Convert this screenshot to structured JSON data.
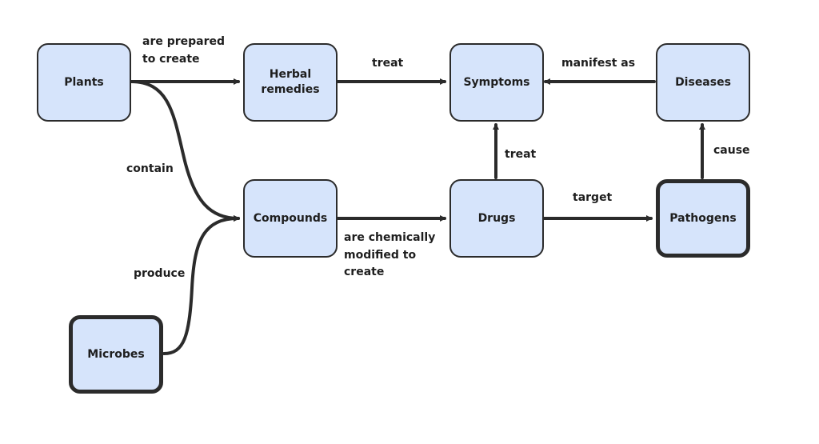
{
  "colors": {
    "node_fill": "#d6e4fb",
    "stroke": "#2b2b2b",
    "text": "#1e1e1e"
  },
  "nodes": {
    "plants": "Plants",
    "herbal_remedies": "Herbal\nremedies",
    "symptoms": "Symptoms",
    "diseases": "Diseases",
    "compounds": "Compounds",
    "drugs": "Drugs",
    "pathogens": "Pathogens",
    "microbes": "Microbes"
  },
  "edges": {
    "plants_to_herbal": "are prepared\nto create",
    "herbal_to_symptoms": "treat",
    "diseases_to_symptoms": "manifest as",
    "plants_to_compounds": "contain",
    "microbes_to_compounds": "produce",
    "compounds_to_drugs": "are chemically\nmodified to\ncreate",
    "drugs_to_symptoms": "treat",
    "drugs_to_pathogens": "target",
    "pathogens_to_diseases": "cause"
  }
}
